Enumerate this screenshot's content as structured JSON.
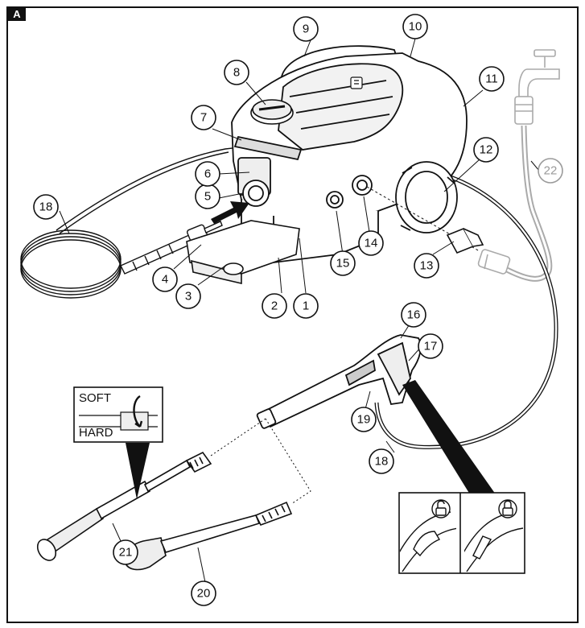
{
  "figure_tag": "A",
  "inset": {
    "soft_label": "SOFT",
    "hard_label": "HARD"
  },
  "callouts": {
    "c1": "1",
    "c2": "2",
    "c3": "3",
    "c4": "4",
    "c5": "5",
    "c6": "6",
    "c7": "7",
    "c8": "8",
    "c9": "9",
    "c10": "10",
    "c11": "11",
    "c12": "12",
    "c13": "13",
    "c14": "14",
    "c15": "15",
    "c16": "16",
    "c17": "17",
    "c18a": "18",
    "c18b": "18",
    "c19": "19",
    "c20": "20",
    "c21": "21",
    "c22": "22"
  },
  "icons": {
    "unlocked": "padlock-open-icon",
    "locked": "padlock-closed-icon"
  }
}
